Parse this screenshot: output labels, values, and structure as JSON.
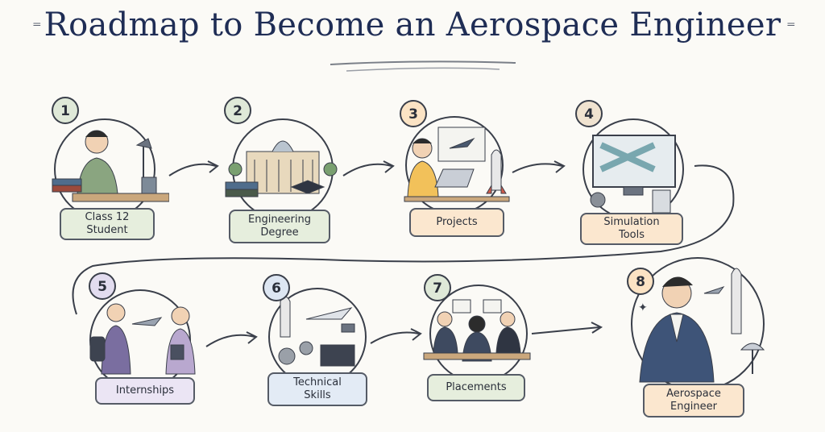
{
  "title": "Roadmap to Become an Aerospace Engineer",
  "steps": [
    {
      "number": "1",
      "label": "Class 12\nStudent",
      "badge_color": "#dfe9d8",
      "label_color": "#e6eedd"
    },
    {
      "number": "2",
      "label": "Engineering\nDegree",
      "badge_color": "#dfe9d8",
      "label_color": "#e6eedd"
    },
    {
      "number": "3",
      "label": "Projects",
      "badge_color": "#fbe3c4",
      "label_color": "#fbe7cf"
    },
    {
      "number": "4",
      "label": "Simulation\nTools",
      "badge_color": "#f0e3d0",
      "label_color": "#fbe7cf"
    },
    {
      "number": "5",
      "label": "Internships",
      "badge_color": "#e2dcef",
      "label_color": "#ebe5f4"
    },
    {
      "number": "6",
      "label": "Technical\nSkills",
      "badge_color": "#dde6f2",
      "label_color": "#e3ebf5"
    },
    {
      "number": "7",
      "label": "Placements",
      "badge_color": "#dfe9d8",
      "label_color": "#e6eedd"
    },
    {
      "number": "8",
      "label": "Aerospace\nEngineer",
      "badge_color": "#fbe3c4",
      "label_color": "#fbe7cf"
    }
  ]
}
